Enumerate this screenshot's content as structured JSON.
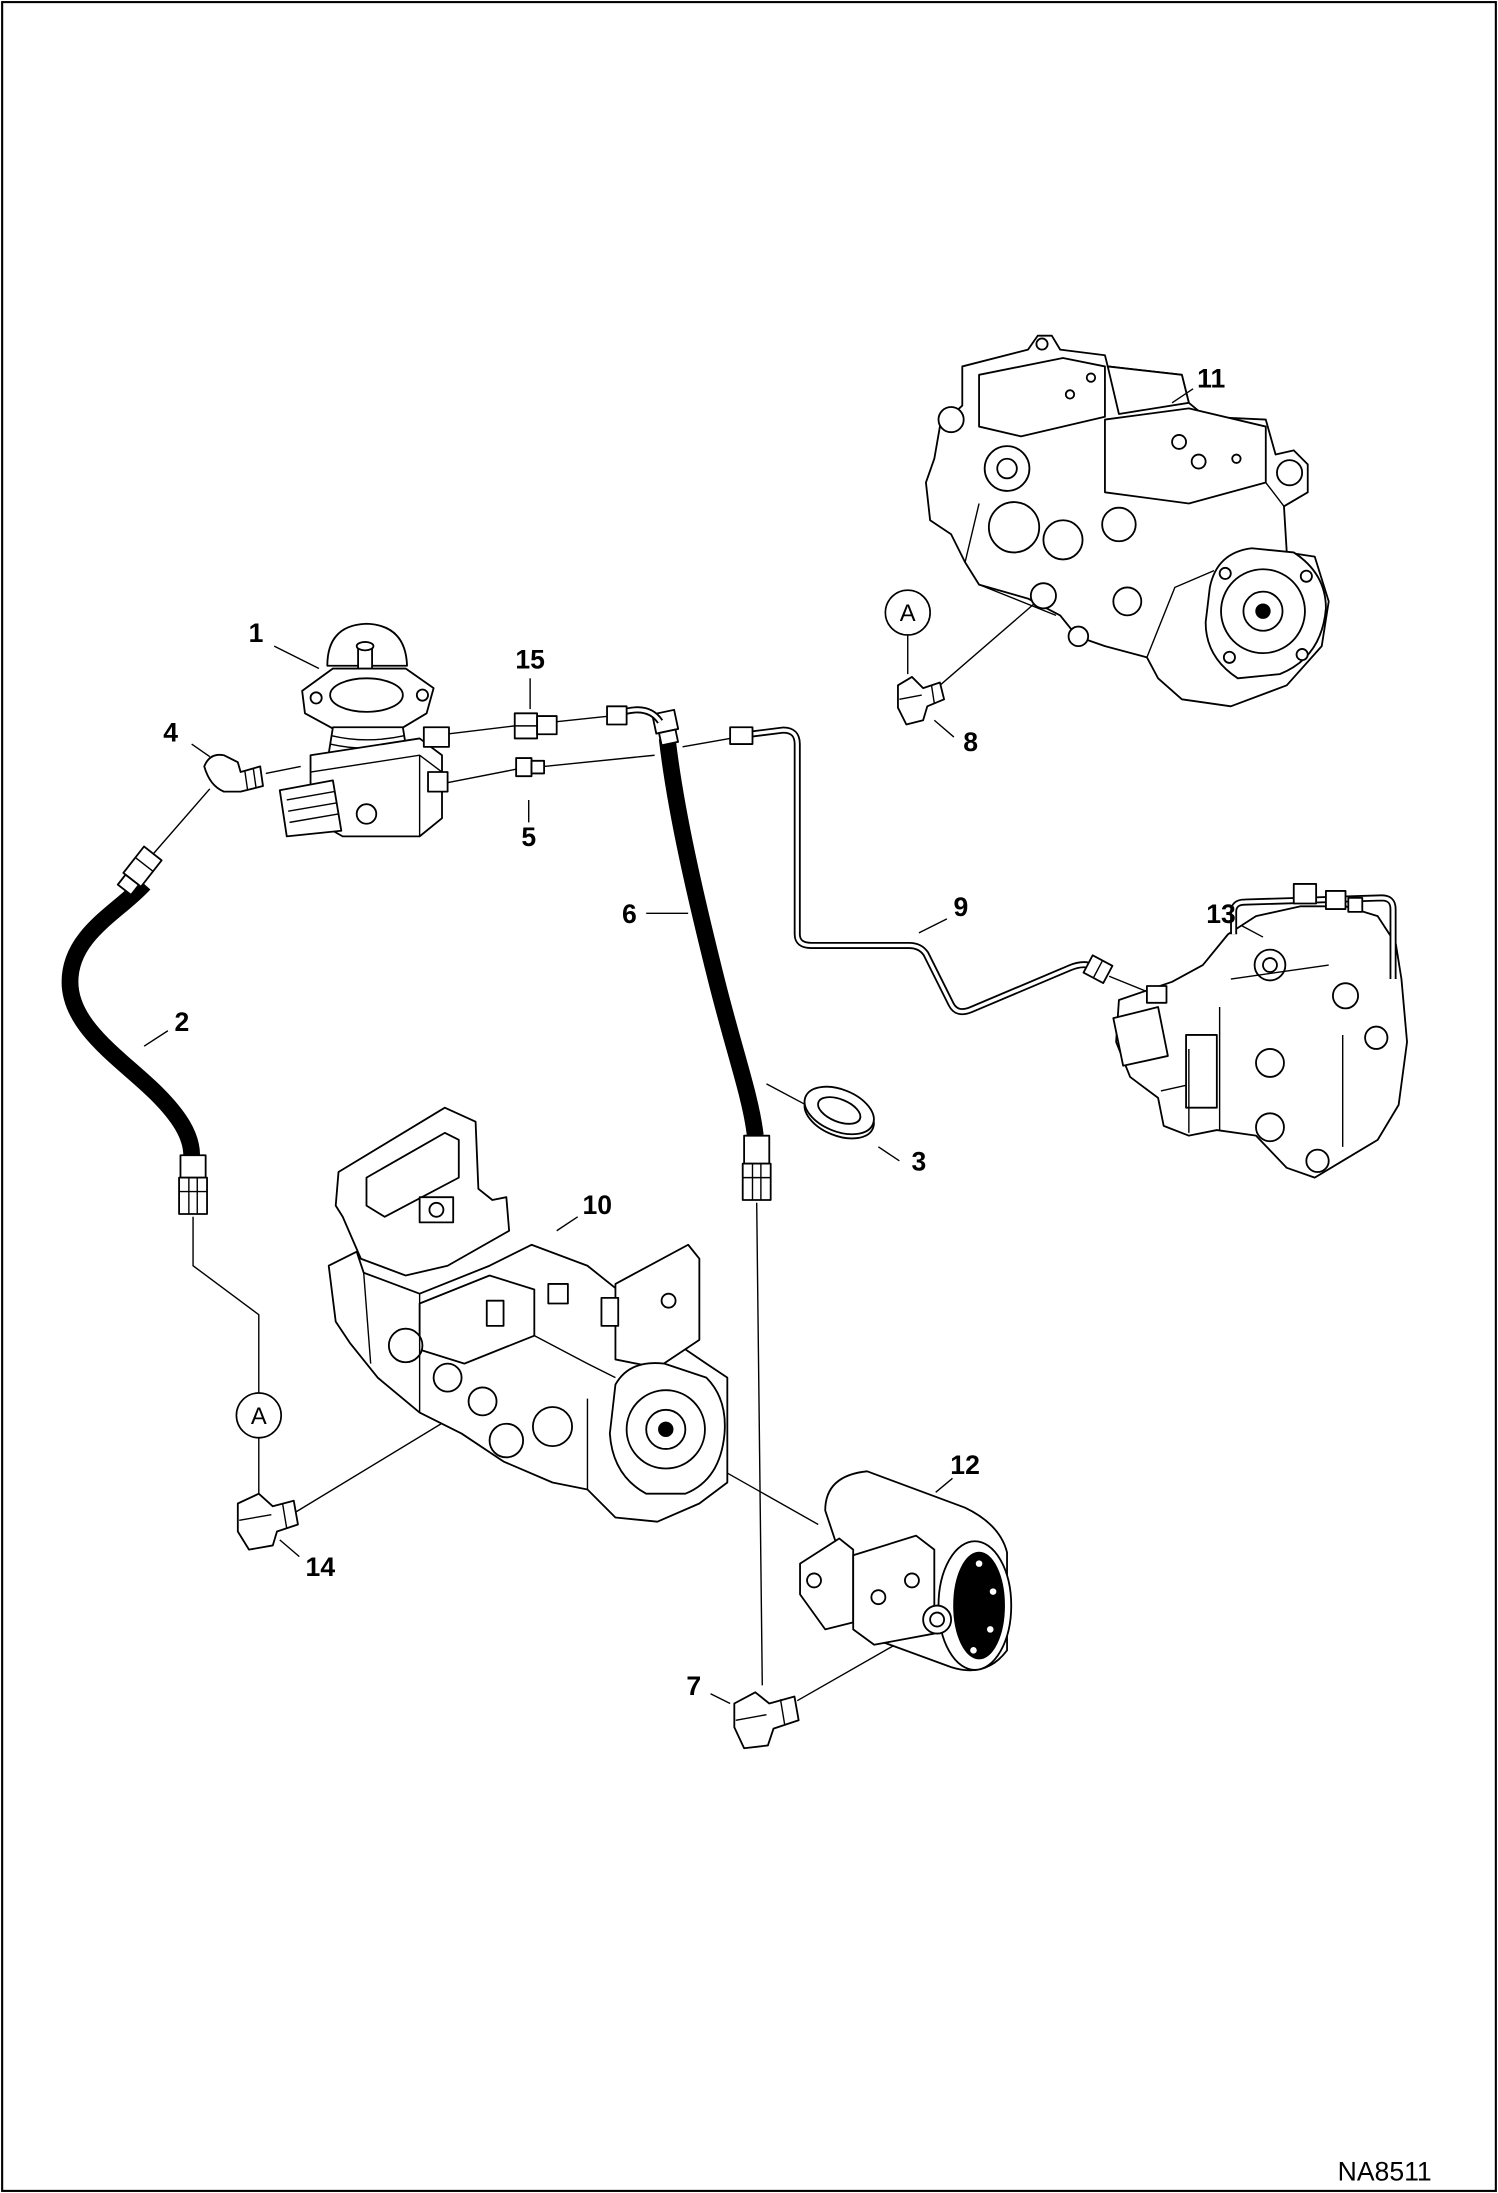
{
  "callouts": {
    "p1": "1",
    "p2": "2",
    "p3": "3",
    "p4": "4",
    "p5": "5",
    "p6": "6",
    "p7": "7",
    "p8": "8",
    "p9": "9",
    "p10": "10",
    "p11": "11",
    "p12": "12",
    "p13": "13",
    "p14": "14",
    "p15": "15"
  },
  "connection_markers": [
    "A",
    "A"
  ],
  "figure_code": "NA8511"
}
